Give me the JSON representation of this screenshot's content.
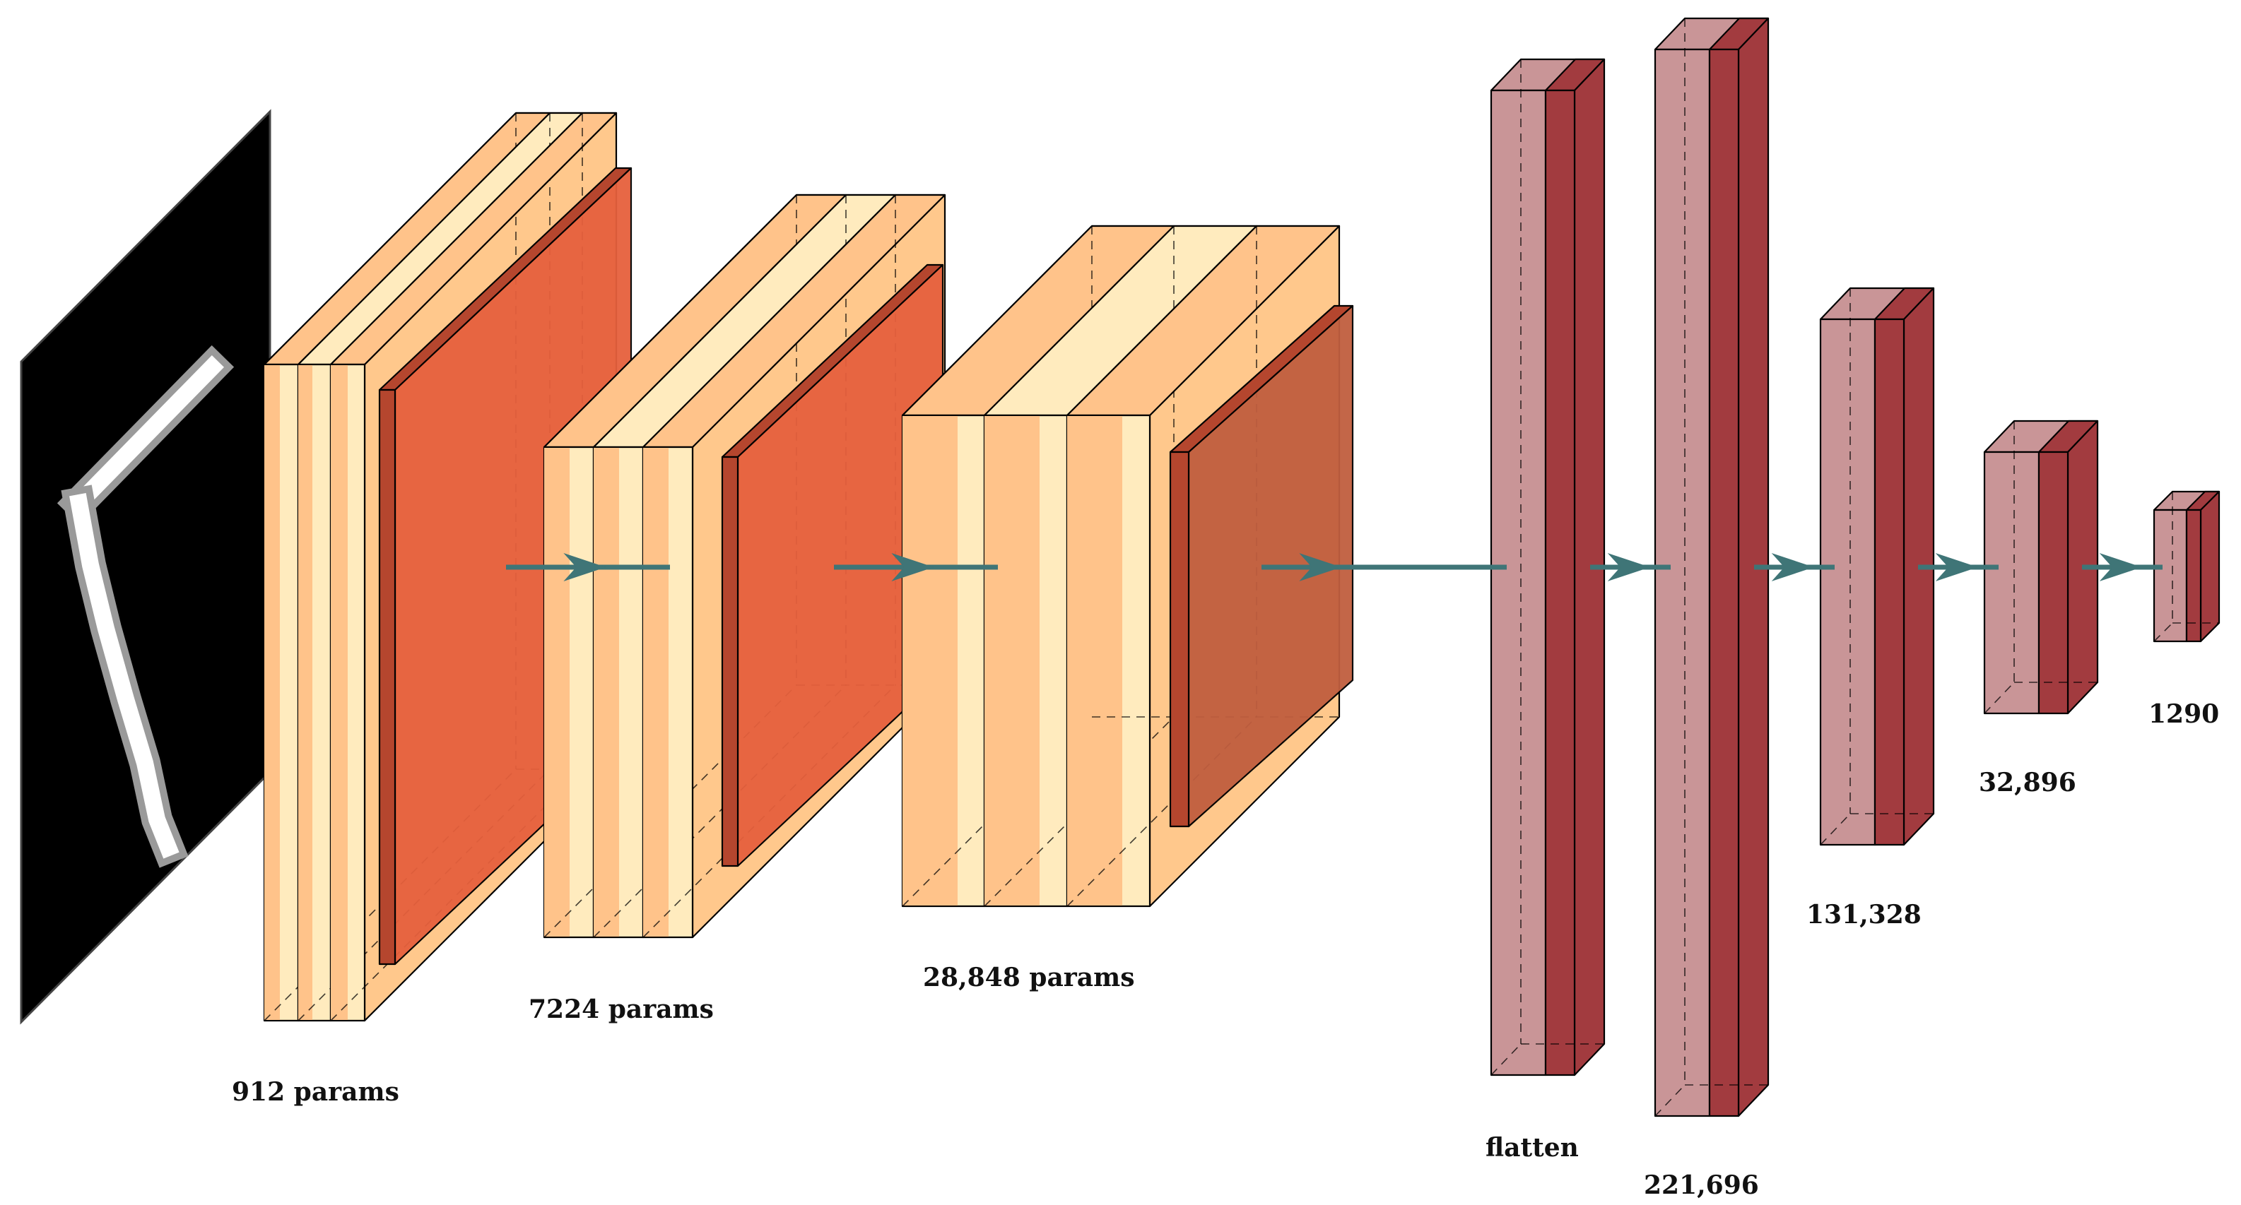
{
  "diagram": {
    "colors": {
      "conv_light": "#FFEBBE",
      "conv_stripe": "#FFC38A",
      "conv_side": "#FFC88C",
      "pool_face": "#E6603D",
      "pool_face_last": "#C05E3F",
      "fc_light": "#C99597",
      "fc_dark": "#A23B3F",
      "arrow": "#3F7577"
    },
    "icons": {
      "input": "handwritten-digit-image"
    },
    "labels": {
      "conv1": "912 params",
      "conv2": "7224 params",
      "conv3": "28,848 params",
      "flatten": "flatten",
      "fc1": "221,696",
      "fc2": "131,328",
      "fc3": "32,896",
      "fc4": "1290"
    }
  }
}
